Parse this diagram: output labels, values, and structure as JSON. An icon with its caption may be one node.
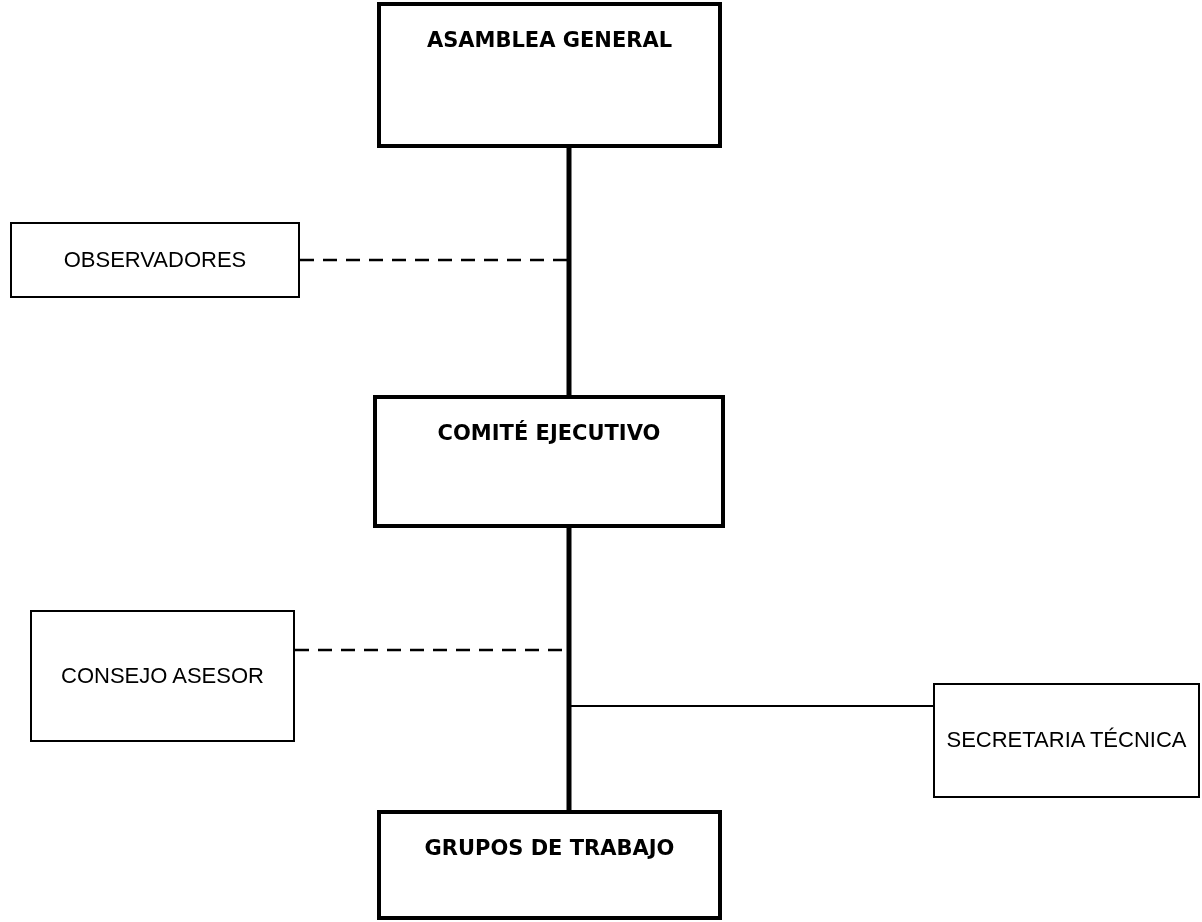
{
  "diagram": {
    "nodes": [
      {
        "text": [
          "ASAMBLEA GENERAL"
        ]
      },
      {
        "text": [
          "OBSERVADORES"
        ]
      },
      {
        "text": [
          "COMITÉ EJECUTIVO"
        ]
      },
      {
        "text": [
          "CONSEJO ASESOR"
        ]
      },
      {
        "text": [
          "SECRETARIA TÉCNICA"
        ]
      },
      {
        "text": [
          "GRUPOS DE TRABAJO"
        ]
      }
    ],
    "edges": [
      {
        "from": 0,
        "to": 2,
        "arrow": "none",
        "style": "thick"
      },
      {
        "from": 1,
        "to": 0,
        "arrow": "none",
        "style": "dashed"
      },
      {
        "from": 2,
        "to": 5,
        "arrow": "none",
        "style": "thick"
      },
      {
        "from": 3,
        "to": 2,
        "arrow": "none",
        "style": "dashed"
      },
      {
        "from": 2,
        "to": 4,
        "arrow": "none"
      }
    ]
  }
}
